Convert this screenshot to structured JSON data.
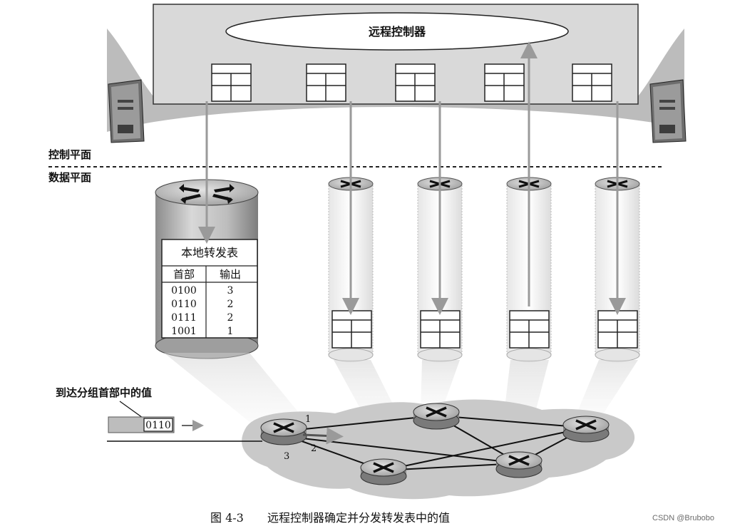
{
  "diagram": {
    "controller_label": "远程控制器",
    "control_plane_label": "控制平面",
    "data_plane_label": "数据平面",
    "local_table": {
      "title": "本地转发表",
      "headers": [
        "首部",
        "输出"
      ],
      "rows": [
        [
          "0100",
          "3"
        ],
        [
          "0110",
          "2"
        ],
        [
          "0111",
          "2"
        ],
        [
          "1001",
          "1"
        ]
      ]
    },
    "packet_callout": "到达分组首部中的值",
    "packet_header_value": "0110",
    "port_labels": [
      "1",
      "2",
      "3"
    ],
    "caption_number": "图 4-3",
    "caption_text": "远程控制器确定并分发转发表中的值",
    "watermark": "CSDN @Brubobo"
  }
}
